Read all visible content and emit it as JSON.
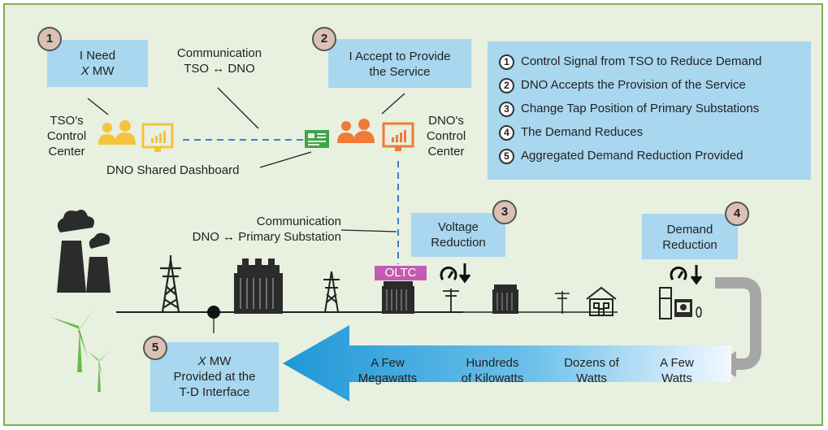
{
  "steps": {
    "s1": {
      "num": "1",
      "line1": "I Need",
      "line2_var": "X",
      "line2_unit": " MW"
    },
    "s2": {
      "num": "2",
      "line1": "I Accept to Provide",
      "line2": "the Service"
    },
    "s3": {
      "num": "3",
      "line1": "Voltage",
      "line2": "Reduction"
    },
    "s4": {
      "num": "4",
      "line1": "Demand",
      "line2": "Reduction"
    },
    "s5": {
      "num": "5",
      "line1_var": "X",
      "line1_unit": " MW",
      "line2": "Provided at the",
      "line3": "T-D Interface"
    }
  },
  "labels": {
    "comm_tso_dno_1": "Communication",
    "comm_tso_dno_2": "TSO ↔ DNO",
    "tso_center_1": "TSO's",
    "tso_center_2": "Control",
    "tso_center_3": "Center",
    "dno_center_1": "DNO's",
    "dno_center_2": "Control",
    "dno_center_3": "Center",
    "dashboard": "DNO Shared Dashboard",
    "comm_dno_sub_1": "Communication",
    "comm_dno_sub_2": "DNO ↔ Primary Substation",
    "oltc": "OLTC"
  },
  "legend": [
    {
      "num": "1",
      "text": "Control Signal from TSO to Reduce Demand"
    },
    {
      "num": "2",
      "text": "DNO Accepts the Provision of the Service"
    },
    {
      "num": "3",
      "text": "Change Tap Position of Primary Substations"
    },
    {
      "num": "4",
      "text": "The Demand Reduces"
    },
    {
      "num": "5",
      "text": "Aggregated Demand Reduction Provided"
    }
  ],
  "arrow_labels": [
    {
      "l1": "A Few",
      "l2": "Megawatts"
    },
    {
      "l1": "Hundreds",
      "l2": "of Kilowatts"
    },
    {
      "l1": "Dozens of",
      "l2": "Watts"
    },
    {
      "l1": "A Few",
      "l2": "Watts"
    }
  ],
  "colors": {
    "background": "#e8f0df",
    "border": "#7fae55",
    "box": "#a8d7ef",
    "badge": "#d9c2b5",
    "tso": "#f5c33b",
    "dno": "#f07a38",
    "dashboard": "#3ea54a",
    "oltc": "#c45bb0",
    "arrow": "#2a9fd8",
    "wind": "#69b84a",
    "dark": "#2b2b2b"
  },
  "icons": [
    "power-plant-icon",
    "wind-turbine-icon",
    "transmission-tower-icon",
    "transformer-icon",
    "pole-icon",
    "house-icon",
    "appliances-icon",
    "people-icon",
    "monitor-icon",
    "dashboard-icon",
    "meter-icon"
  ]
}
